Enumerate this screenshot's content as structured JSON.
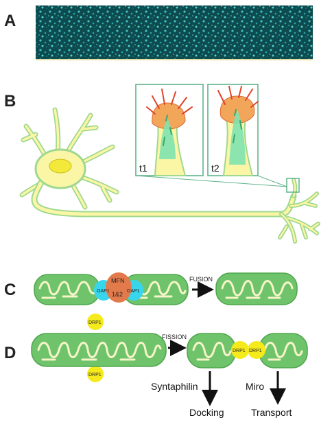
{
  "panels": {
    "a": "A",
    "b": "B",
    "c": "C",
    "d": "D"
  },
  "panel_b": {
    "t1": "t1",
    "t2": "t2"
  },
  "panel_c": {
    "mfn": "MFN",
    "mfn_sub": "1&2",
    "opa_left": "OAP1",
    "opa_right": "OAP1",
    "fusion": "FUSION"
  },
  "panel_d": {
    "drp_top": "DRP1",
    "drp_bottom": "DRP1",
    "drp_mid_left": "DRP1",
    "drp_mid_right": "DRP1",
    "fission": "FISSION",
    "syntaphilin": "Syntaphilin",
    "docking": "Docking",
    "miro": "Miro",
    "transport": "Transport"
  },
  "colors": {
    "neuron_fill": "#fbf6a6",
    "neuron_outline": "#9fd88f",
    "nucleus": "#f2e93a",
    "mitochondria": "#6fc46b",
    "cristae": "#f6f4c8",
    "opa1": "#38d6ec",
    "mfn": "#e27a4b",
    "drp1": "#f5ea1b",
    "growth_cone_tips": "#e0422a",
    "inset_border": "#5fb48a"
  }
}
